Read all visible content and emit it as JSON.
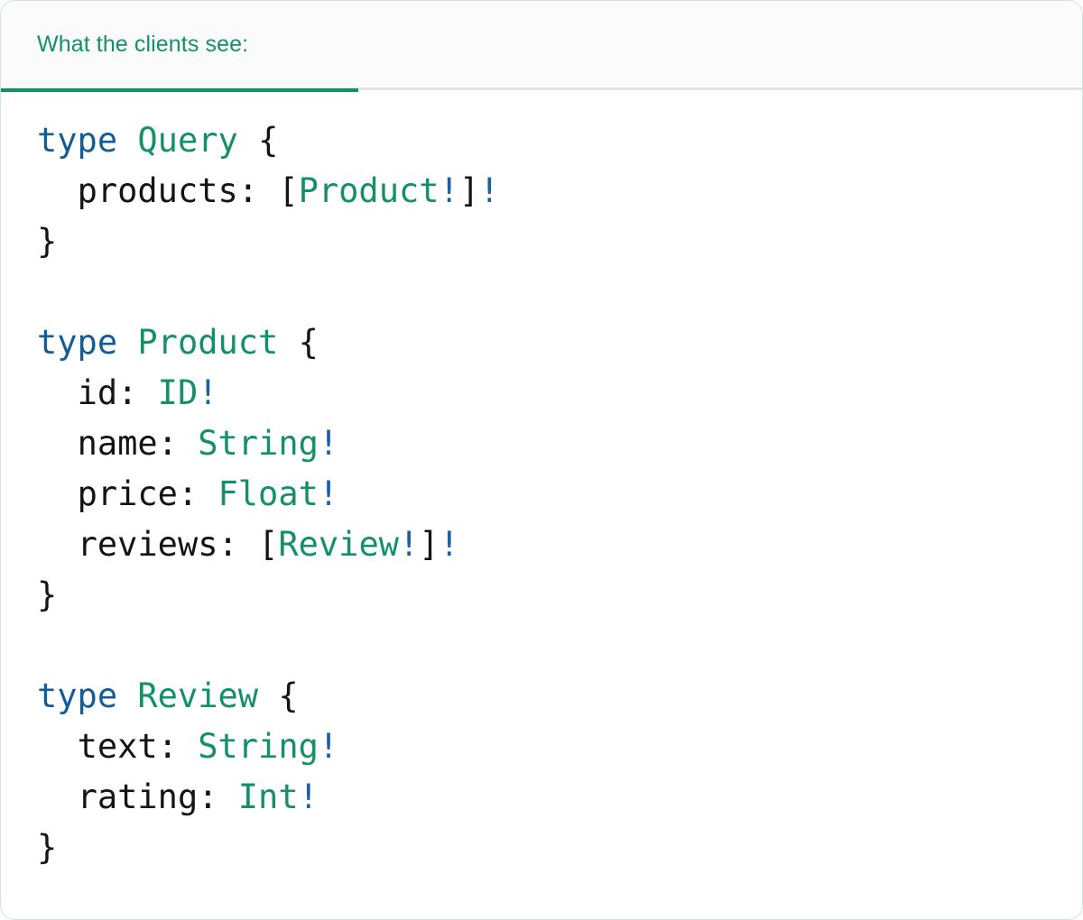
{
  "card": {
    "accent_color": "#139066",
    "border_color": "#cfe6da",
    "header_bg": "#fbfbfb",
    "body_bg": "#ffffff"
  },
  "header": {
    "tabs": [
      {
        "label": "What the clients see:",
        "active": true
      }
    ]
  },
  "code": {
    "language": "graphql",
    "colors": {
      "keyword": "#135d96",
      "type_name": "#139066",
      "field_name": "#141414",
      "punctuation": "#141414",
      "non_null_bang": "#1d5fa0"
    },
    "lines": [
      {
        "indent": 0,
        "tokens": [
          {
            "t": "type",
            "c": "kw"
          },
          {
            "t": " ",
            "c": "plain"
          },
          {
            "t": "Query",
            "c": "type"
          },
          {
            "t": " ",
            "c": "plain"
          },
          {
            "t": "{",
            "c": "punct"
          }
        ]
      },
      {
        "indent": 1,
        "tokens": [
          {
            "t": "products:",
            "c": "field"
          },
          {
            "t": " ",
            "c": "plain"
          },
          {
            "t": "[",
            "c": "punct"
          },
          {
            "t": "Product",
            "c": "type"
          },
          {
            "t": "!",
            "c": "bang"
          },
          {
            "t": "]",
            "c": "punct"
          },
          {
            "t": "!",
            "c": "bang"
          }
        ]
      },
      {
        "indent": 0,
        "tokens": [
          {
            "t": "}",
            "c": "punct"
          }
        ]
      },
      {
        "indent": 0,
        "tokens": []
      },
      {
        "indent": 0,
        "tokens": [
          {
            "t": "type",
            "c": "kw"
          },
          {
            "t": " ",
            "c": "plain"
          },
          {
            "t": "Product",
            "c": "type"
          },
          {
            "t": " ",
            "c": "plain"
          },
          {
            "t": "{",
            "c": "punct"
          }
        ]
      },
      {
        "indent": 1,
        "tokens": [
          {
            "t": "id:",
            "c": "field"
          },
          {
            "t": " ",
            "c": "plain"
          },
          {
            "t": "ID",
            "c": "type"
          },
          {
            "t": "!",
            "c": "bang"
          }
        ]
      },
      {
        "indent": 1,
        "tokens": [
          {
            "t": "name:",
            "c": "field"
          },
          {
            "t": " ",
            "c": "plain"
          },
          {
            "t": "String",
            "c": "type"
          },
          {
            "t": "!",
            "c": "bang"
          }
        ]
      },
      {
        "indent": 1,
        "tokens": [
          {
            "t": "price:",
            "c": "field"
          },
          {
            "t": " ",
            "c": "plain"
          },
          {
            "t": "Float",
            "c": "type"
          },
          {
            "t": "!",
            "c": "bang"
          }
        ]
      },
      {
        "indent": 1,
        "tokens": [
          {
            "t": "reviews:",
            "c": "field"
          },
          {
            "t": " ",
            "c": "plain"
          },
          {
            "t": "[",
            "c": "punct"
          },
          {
            "t": "Review",
            "c": "type"
          },
          {
            "t": "!",
            "c": "bang"
          },
          {
            "t": "]",
            "c": "punct"
          },
          {
            "t": "!",
            "c": "bang"
          }
        ]
      },
      {
        "indent": 0,
        "tokens": [
          {
            "t": "}",
            "c": "punct"
          }
        ]
      },
      {
        "indent": 0,
        "tokens": []
      },
      {
        "indent": 0,
        "tokens": [
          {
            "t": "type",
            "c": "kw"
          },
          {
            "t": " ",
            "c": "plain"
          },
          {
            "t": "Review",
            "c": "type"
          },
          {
            "t": " ",
            "c": "plain"
          },
          {
            "t": "{",
            "c": "punct"
          }
        ]
      },
      {
        "indent": 1,
        "tokens": [
          {
            "t": "text:",
            "c": "field"
          },
          {
            "t": " ",
            "c": "plain"
          },
          {
            "t": "String",
            "c": "type"
          },
          {
            "t": "!",
            "c": "bang"
          }
        ]
      },
      {
        "indent": 1,
        "tokens": [
          {
            "t": "rating:",
            "c": "field"
          },
          {
            "t": " ",
            "c": "plain"
          },
          {
            "t": "Int",
            "c": "type"
          },
          {
            "t": "!",
            "c": "bang"
          }
        ]
      },
      {
        "indent": 0,
        "tokens": [
          {
            "t": "}",
            "c": "punct"
          }
        ]
      }
    ]
  }
}
